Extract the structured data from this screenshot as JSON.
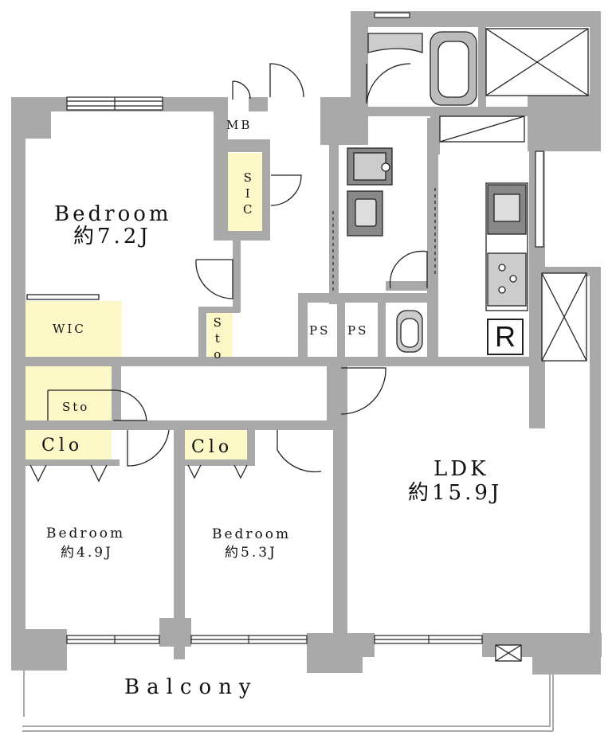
{
  "rooms": {
    "bedroom_main": {
      "name": "Bedroom",
      "area": "約7.2J"
    },
    "bedroom_left": {
      "name": "Bedroom",
      "area": "約4.9J"
    },
    "bedroom_mid": {
      "name": "Bedroom",
      "area": "約5.3J"
    },
    "ldk": {
      "name": "LDK",
      "area": "約15.9J"
    },
    "balcony": {
      "name": "Balcony"
    }
  },
  "storage": {
    "mb": "MB",
    "sic": "SIC",
    "wic": "WIC",
    "sto_vertical": "Sto",
    "sto": "Sto",
    "clo_left": "Clo",
    "clo_mid": "Clo",
    "ps_left": "PS",
    "ps_right": "PS"
  },
  "refrigerator_mark": "R",
  "colors": {
    "wall": "#a9a9a9",
    "storage_fill": "#fdf8c8",
    "line": "#222222"
  }
}
